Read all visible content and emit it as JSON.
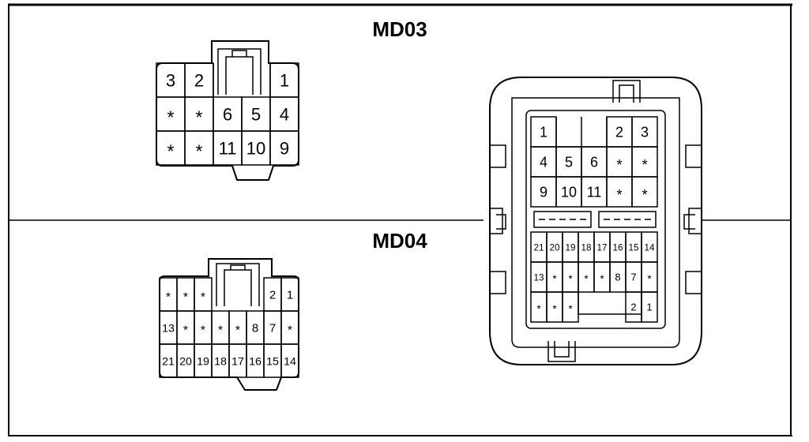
{
  "diagram": {
    "connector_top": {
      "title": "MD03"
    },
    "connector_bottom": {
      "title": "MD04"
    },
    "md03_pins": [
      [
        "3",
        "2",
        "",
        "",
        "1"
      ],
      [
        "*",
        "*",
        "6",
        "5",
        "4"
      ],
      [
        "*",
        "*",
        "11",
        "10",
        "9"
      ]
    ],
    "md04_pins": [
      [
        "*",
        "*",
        "*",
        "",
        "",
        "",
        "2",
        "1"
      ],
      [
        "13",
        "*",
        "*",
        "*",
        "*",
        "8",
        "7",
        "*"
      ],
      [
        "21",
        "20",
        "19",
        "18",
        "17",
        "16",
        "15",
        "14"
      ]
    ],
    "combined_upper_pins": [
      [
        "1",
        "",
        "",
        "2",
        "3"
      ],
      [
        "4",
        "5",
        "6",
        "*",
        "*"
      ],
      [
        "9",
        "10",
        "11",
        "*",
        "*"
      ]
    ],
    "combined_lower_pins": [
      [
        "21",
        "20",
        "19",
        "18",
        "17",
        "16",
        "15",
        "14"
      ],
      [
        "13",
        "*",
        "*",
        "*",
        "*",
        "8",
        "7",
        "*"
      ],
      [
        "*",
        "*",
        "*",
        "",
        "",
        "",
        "2",
        "1"
      ]
    ]
  }
}
